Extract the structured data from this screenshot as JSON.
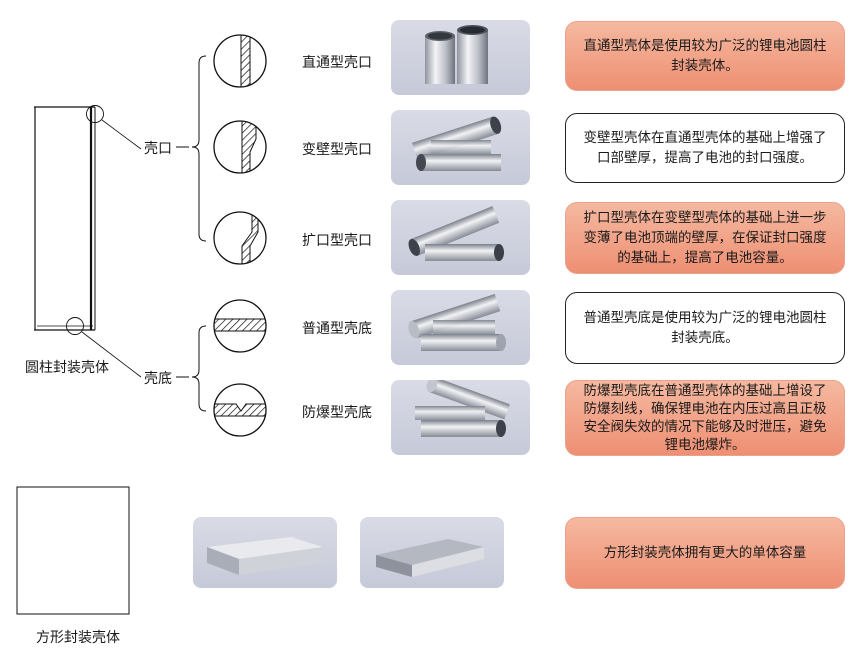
{
  "cylinder": {
    "label": "圆柱封装壳体"
  },
  "square": {
    "label": "方形封装壳体"
  },
  "groups": {
    "mouth": {
      "label": "壳口"
    },
    "bottom": {
      "label": "壳底"
    }
  },
  "types": [
    {
      "name": "直通型壳口",
      "desc": "直通型壳体是使用较为广泛的锂电池圆柱封装壳体。",
      "highlight": true
    },
    {
      "name": "变壁型壳口",
      "desc": "变壁型壳体在直通型壳体的基础上增强了口部壁厚，提高了电池的封口强度。",
      "highlight": false
    },
    {
      "name": "扩口型壳口",
      "desc": "扩口型壳体在变壁型壳体的基础上进一步变薄了电池顶端的壁厚，在保证封口强度的基础上，提高了电池容量。",
      "highlight": true
    },
    {
      "name": "普通型壳底",
      "desc": "普通型壳底是使用较为广泛的锂电池圆柱封装壳底。",
      "highlight": false
    },
    {
      "name": "防爆型壳底",
      "desc": "防爆型壳底在普通型壳体的基础上增设了防爆刻线，确保锂电池在内压过高且正极安全阀失效的情况下能够及时泄压，避免锂电池爆炸。",
      "highlight": true
    }
  ],
  "square_desc": {
    "text": "方形封装壳体拥有更大的单体容量",
    "highlight": true
  },
  "colors": {
    "highlight_bg": "#f0a086",
    "outline": "#222222",
    "photo_bg": "#cfd2df"
  }
}
